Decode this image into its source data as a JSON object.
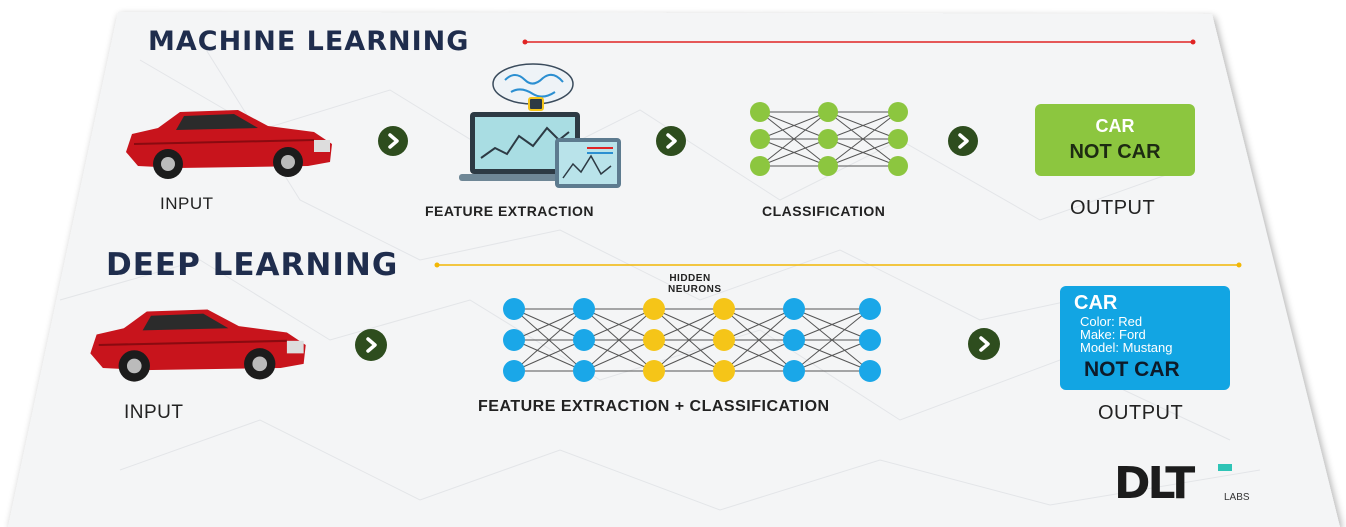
{
  "machine_learning": {
    "title": "MACHINE LEARNING",
    "title_line_color": "#e02424",
    "input_label": "INPUT",
    "feature_label": "FEATURE EXTRACTION",
    "classification_label": "CLASSIFICATION",
    "output_label": "OUTPUT",
    "output_box": {
      "car": "CAR",
      "not_car": "NOT CAR",
      "color": "#8cc63f"
    }
  },
  "deep_learning": {
    "title": "DEEP LEARNING",
    "title_line_color": "#f2b705",
    "input_label": "INPUT",
    "hidden_label_1": "HIDDEN",
    "hidden_label_2": "NEURONS",
    "combined_label": "FEATURE EXTRACTION + CLASSIFICATION",
    "output_label": "OUTPUT",
    "output_box": {
      "car": "CAR",
      "color_line": "Color: Red",
      "make_line": "Make: Ford",
      "model_line": "Model: Mustang",
      "not_car": "NOT CAR",
      "color": "#12a5e3"
    }
  },
  "logo": {
    "main": "DLT",
    "sub": "LABS"
  },
  "colors": {
    "title_navy": "#1f2d4d",
    "arrow_green": "#2e4d1e",
    "node_green": "#8cc63f",
    "node_blue": "#1aa7e8",
    "node_yellow": "#f5c518",
    "car_red": "#c8141c"
  },
  "icons": [
    "car-icon",
    "chevron-right-icon",
    "brain-chip-icon",
    "laptop-chart-icon",
    "tablet-chart-icon",
    "neural-network-icon"
  ]
}
